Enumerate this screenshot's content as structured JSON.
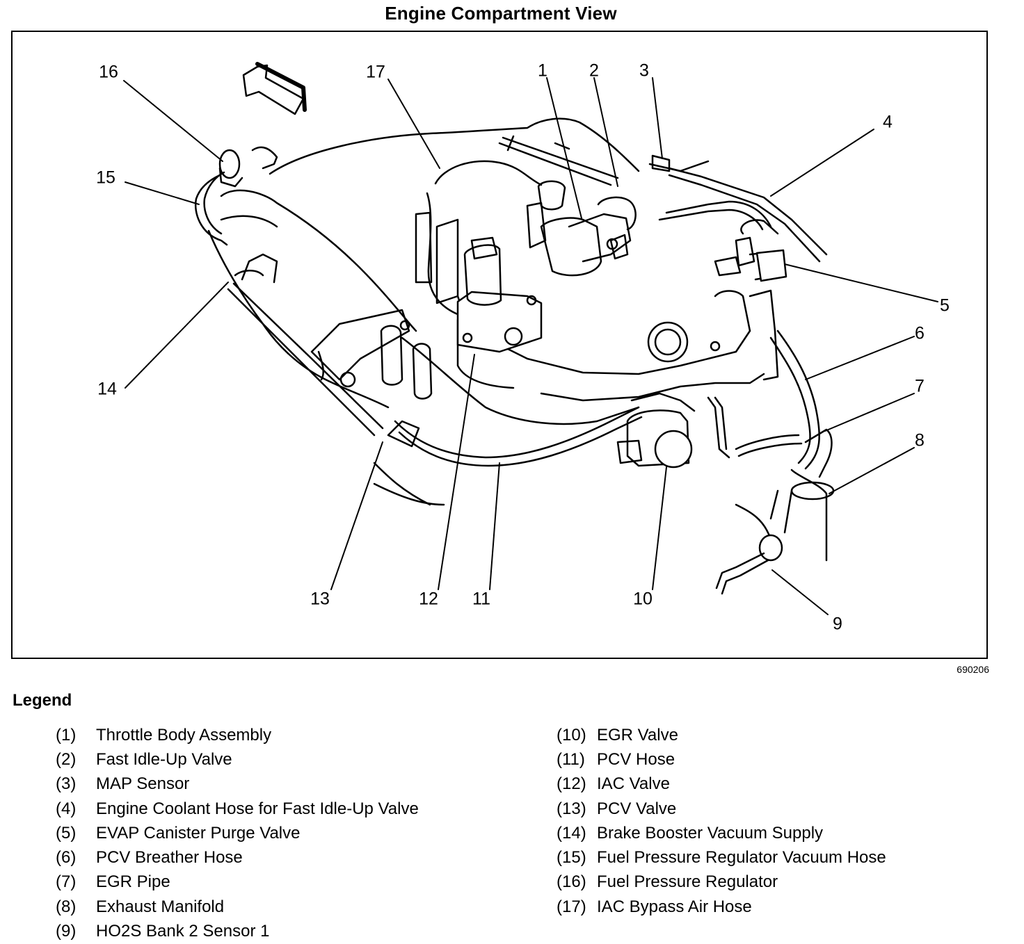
{
  "title": "Engine Compartment View",
  "figure_id": "690206",
  "legend_heading": "Legend",
  "callouts": [
    {
      "id": "callout-16",
      "label": "16"
    },
    {
      "id": "callout-17",
      "label": "17"
    },
    {
      "id": "callout-1",
      "label": "1"
    },
    {
      "id": "callout-2",
      "label": "2"
    },
    {
      "id": "callout-3",
      "label": "3"
    },
    {
      "id": "callout-4",
      "label": "4"
    },
    {
      "id": "callout-15",
      "label": "15"
    },
    {
      "id": "callout-5",
      "label": "5"
    },
    {
      "id": "callout-6",
      "label": "6"
    },
    {
      "id": "callout-7",
      "label": "7"
    },
    {
      "id": "callout-14",
      "label": "14"
    },
    {
      "id": "callout-8",
      "label": "8"
    },
    {
      "id": "callout-13",
      "label": "13"
    },
    {
      "id": "callout-12",
      "label": "12"
    },
    {
      "id": "callout-11",
      "label": "11"
    },
    {
      "id": "callout-10",
      "label": "10"
    },
    {
      "id": "callout-9",
      "label": "9"
    }
  ],
  "legend_left": [
    {
      "num": "(1)",
      "text": "Throttle Body Assembly"
    },
    {
      "num": "(2)",
      "text": "Fast Idle-Up Valve"
    },
    {
      "num": "(3)",
      "text": "MAP Sensor"
    },
    {
      "num": "(4)",
      "text": "Engine Coolant Hose for Fast Idle-Up Valve"
    },
    {
      "num": "(5)",
      "text": "EVAP Canister Purge Valve"
    },
    {
      "num": "(6)",
      "text": "PCV Breather Hose"
    },
    {
      "num": "(7)",
      "text": "EGR Pipe"
    },
    {
      "num": "(8)",
      "text": "Exhaust Manifold"
    },
    {
      "num": "(9)",
      "text": "HO2S Bank 2 Sensor 1"
    }
  ],
  "legend_right": [
    {
      "num": "(10)",
      "text": "EGR Valve"
    },
    {
      "num": "(11)",
      "text": "PCV Hose"
    },
    {
      "num": "(12)",
      "text": "IAC Valve"
    },
    {
      "num": "(13)",
      "text": "PCV Valve"
    },
    {
      "num": "(14)",
      "text": "Brake Booster Vacuum Supply"
    },
    {
      "num": "(15)",
      "text": "Fuel Pressure Regulator Vacuum Hose"
    },
    {
      "num": "(16)",
      "text": "Fuel Pressure Regulator"
    },
    {
      "num": "(17)",
      "text": "IAC Bypass Air Hose"
    }
  ]
}
